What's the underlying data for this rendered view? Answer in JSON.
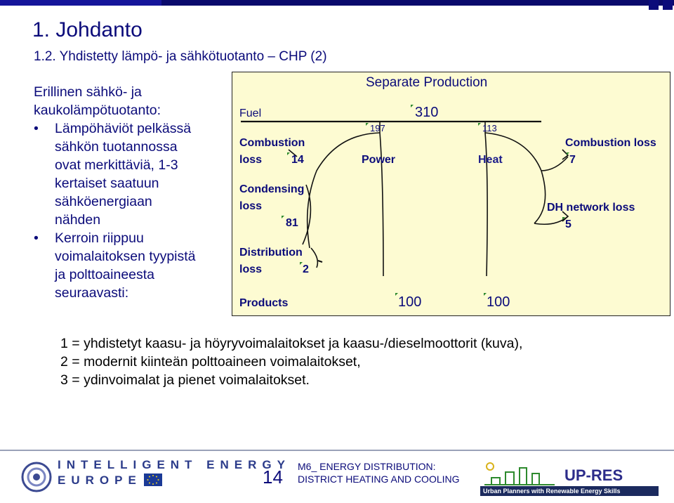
{
  "slide": {
    "title": "1.  Johdanto",
    "subtitle": "1.2. Yhdistetty lämpö- ja sähkötuotanto – CHP (2)",
    "page_number": "14"
  },
  "left_panel": {
    "heading_line1": "Erillinen sähkö- ja",
    "heading_line2": "kaukolämpötuotanto:",
    "bullets": [
      {
        "lines": [
          "Lämpöhäviöt pelkässä",
          "sähkön tuotannossa",
          "ovat merkittäviä, 1-3",
          "kertaiset saatuun",
          "sähköenergiaan",
          "nähden"
        ]
      },
      {
        "lines": [
          "Kerroin riippuu",
          "voimalaitoksen tyypistä",
          "ja polttoaineesta",
          "seuraavasti:"
        ]
      }
    ],
    "bullet_symbol": "•"
  },
  "diagram": {
    "title": "Separate Production",
    "total": "310",
    "fuel_label": "Fuel",
    "power_input": "197",
    "heat_input": "113",
    "power_label": "Power",
    "heat_label": "Heat",
    "combustion_loss_label_1": "Combustion",
    "combustion_loss_label_2": "loss",
    "combustion_loss_value": "14",
    "condensing_loss_label_1": "Condensing",
    "condensing_loss_label_2": "loss",
    "condensing_loss_value": "81",
    "distribution_loss_label_1": "Distribution",
    "distribution_loss_label_2": "loss",
    "distribution_loss_value": "2",
    "products_label": "Products",
    "power_output": "100",
    "heat_output": "100",
    "heat_combustion_loss_label": "Combustion loss",
    "heat_combustion_loss_value": "7",
    "dh_network_loss_label": "DH network loss",
    "dh_network_loss_value": "5",
    "tick_color": "#2d8a2d",
    "background_color": "#fdfbd2"
  },
  "notes": [
    "1 = yhdistetyt kaasu- ja höyryvoimalaitokset ja kaasu-/dieselmoottorit (kuva),",
    "2 = modernit kiinteän polttoaineen voimalaitokset,",
    "3 = ydinvoimalat ja pienet voimalaitokset."
  ],
  "footer": {
    "programme_line1": "INTELLIGENT ENERGY",
    "programme_line2": "EUROPE",
    "module_line1": "M6_ ENERGY DISTRIBUTION:",
    "module_line2": "DISTRICT HEATING AND COOLING",
    "partner_name": "UP-RES",
    "partner_tagline": "Urban Planners with Renewable Energy Skills"
  },
  "colors": {
    "text_primary": "#0b0b7a",
    "bar": "#0a0a6c"
  }
}
